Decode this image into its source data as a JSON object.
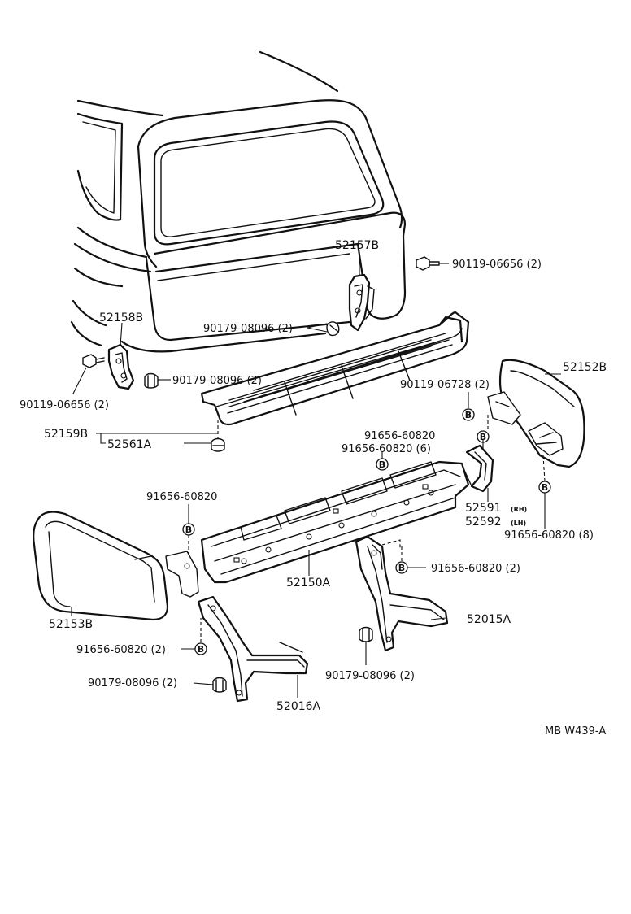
{
  "diagram": {
    "labels": {
      "p52157B": "52157B",
      "p90119_06656_r": "90119-06656 (2)",
      "p52158B": "52158B",
      "p90179_08096_a": "90179-08096 (2)",
      "p90179_08096_b": "90179-08096 (2)",
      "p90119_06656_l": "90119-06656 (2)",
      "p52152B": "52152B",
      "p90119_06728": "90119-06728 (2)",
      "p52159B": "52159B",
      "p52561A": "52561A",
      "p91656_60820_a": "91656-60820",
      "p91656_60820_6": "91656-60820 (6)",
      "p91656_60820_l": "91656-60820",
      "p52591": "52591",
      "p52591_side": "(RH)",
      "p52592": "52592",
      "p52592_side": "(LH)",
      "p91656_60820_8": "91656-60820 (8)",
      "p52150A": "52150A",
      "p91656_60820_2r": "91656-60820 (2)",
      "p52153B": "52153B",
      "p52015A": "52015A",
      "p91656_60820_2l": "91656-60820 (2)",
      "p90179_08096_c": "90179-08096 (2)",
      "p90179_08096_d": "90179-08096 (2)",
      "p52016A": "52016A",
      "ref_code": "MB W439-A"
    },
    "bolt_marker_letter": "B"
  }
}
